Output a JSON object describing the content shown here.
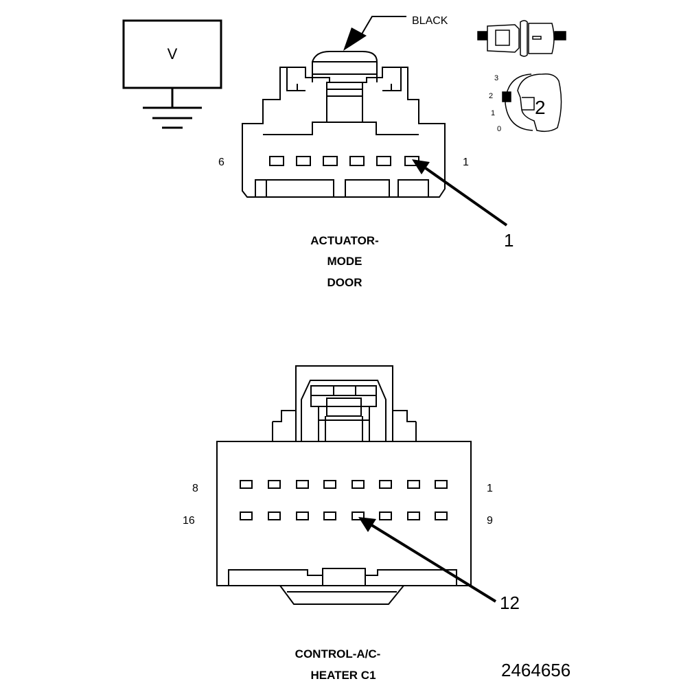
{
  "meter": {
    "symbol": "V"
  },
  "top_connector": {
    "color_label": "BLACK",
    "pin_left": "6",
    "pin_right": "1",
    "callout": "1",
    "name_lines": [
      "ACTUATOR-",
      "MODE",
      "DOOR"
    ]
  },
  "switch_icon": {
    "positions": [
      "3",
      "2",
      "1",
      "0"
    ],
    "selected": "2"
  },
  "bottom_connector": {
    "row1_left": "8",
    "row1_right": "1",
    "row2_left": "16",
    "row2_right": "9",
    "callout": "12",
    "name_lines": [
      "CONTROL-A/C-",
      "HEATER C1"
    ]
  },
  "figure_id": "2464656"
}
